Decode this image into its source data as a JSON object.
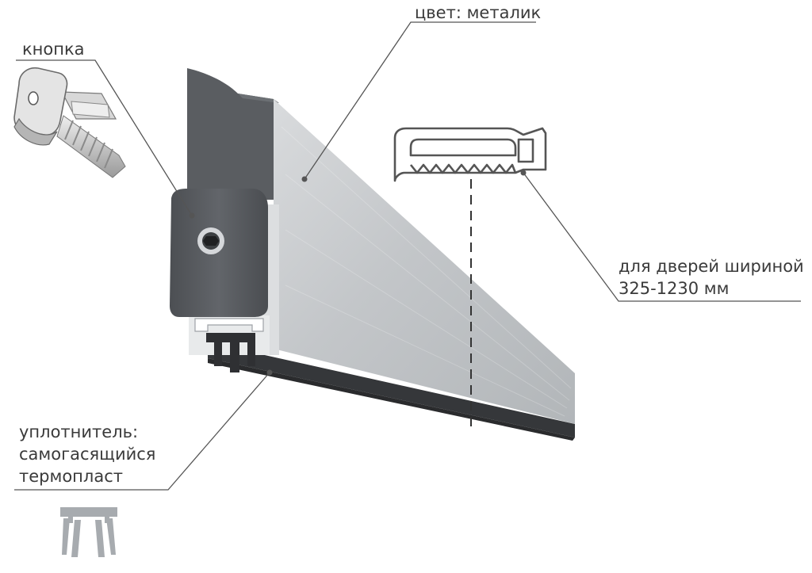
{
  "labels": {
    "color": "цвет: металик",
    "button": "кнопка",
    "width_line1": "для дверей шириной",
    "width_line2": "325-1230 мм",
    "seal_line1": "уплотнитель:",
    "seal_line2": "самогасящийся",
    "seal_line3": "термопласт"
  },
  "colors": {
    "text": "#3a3a3a",
    "leader": "#555555",
    "profile_light": "#c9cbcd",
    "profile_dark": "#9fa3a7",
    "end_cap": "#56595d",
    "seal": "#3b3d40",
    "icon_gray": "#a7abaf"
  },
  "icons": [
    "screw-button-icon",
    "hacksaw-icon",
    "seal-profile-icon"
  ]
}
